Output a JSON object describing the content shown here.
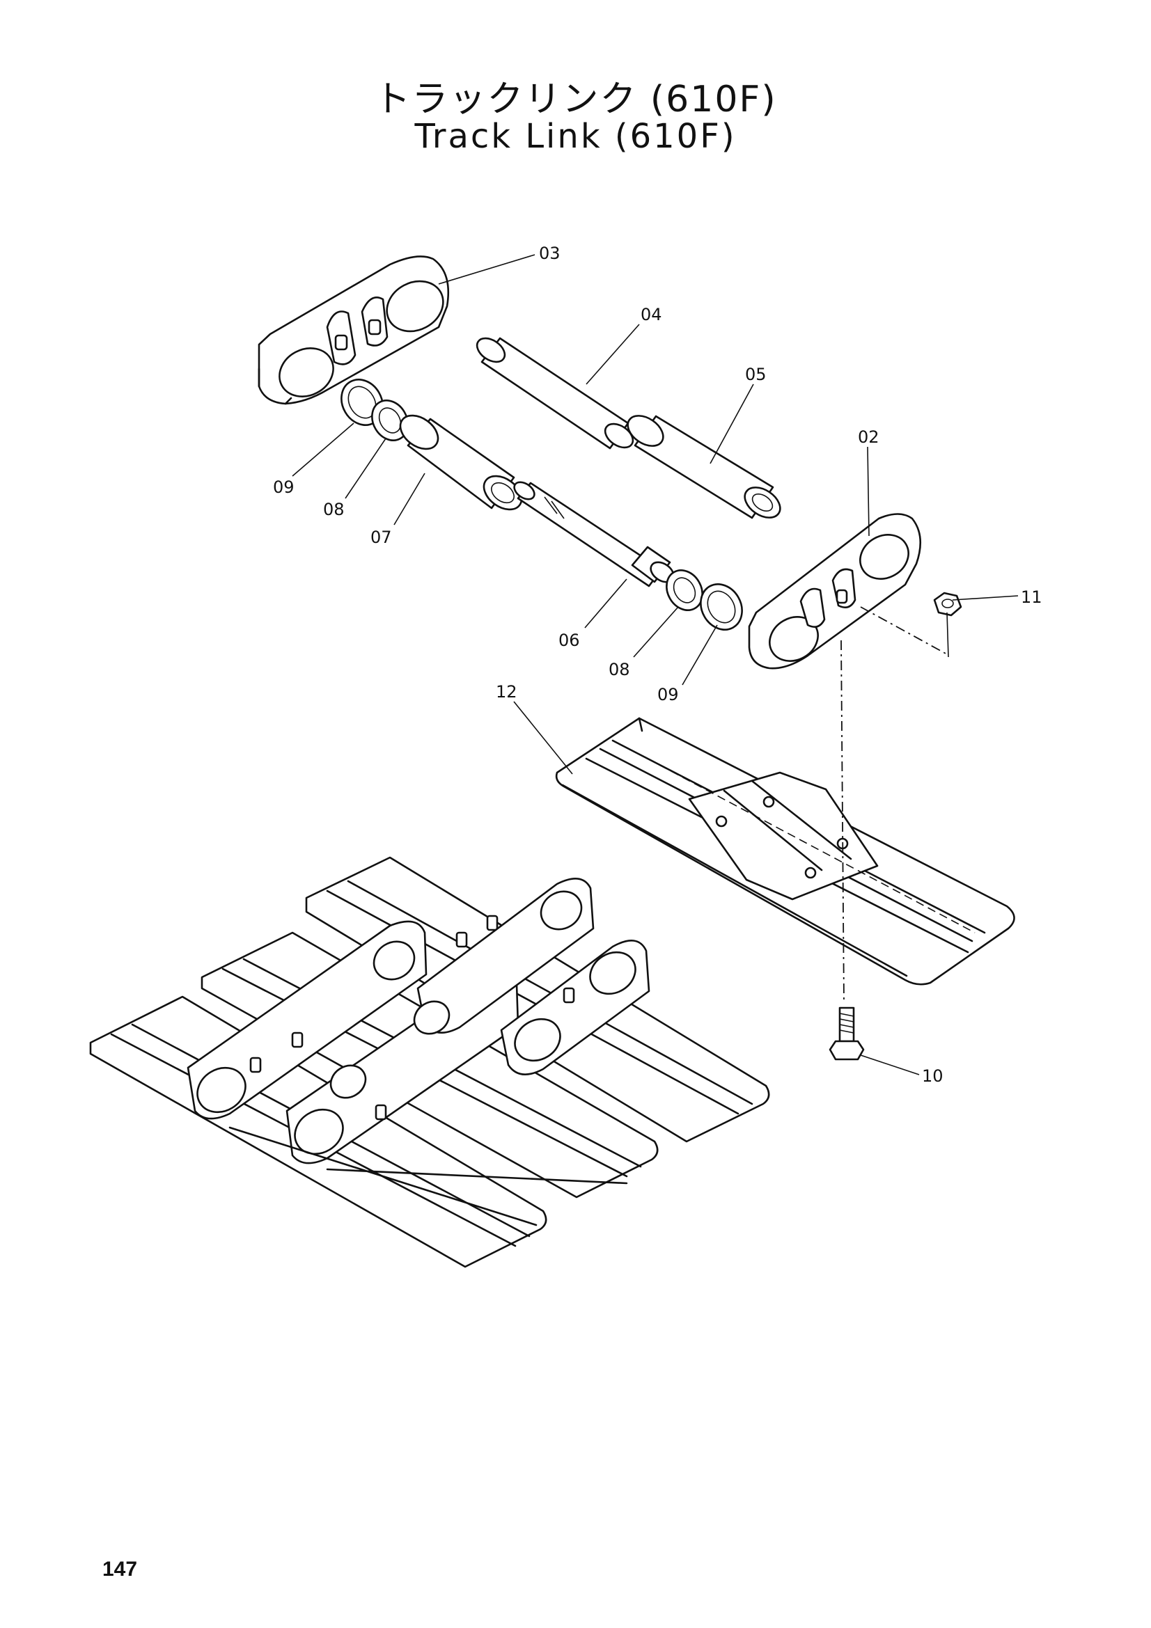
{
  "page": {
    "title_jp": "トラックリンク (610F)",
    "title_en": "Track Link (610F)",
    "page_number": "147"
  },
  "callouts": {
    "c02": "02",
    "c03": "03",
    "c04": "04",
    "c05": "05",
    "c06": "06",
    "c07": "07",
    "c08a": "08",
    "c08b": "08",
    "c09a": "09",
    "c09b": "09",
    "c10": "10",
    "c11": "11",
    "c12": "12"
  }
}
